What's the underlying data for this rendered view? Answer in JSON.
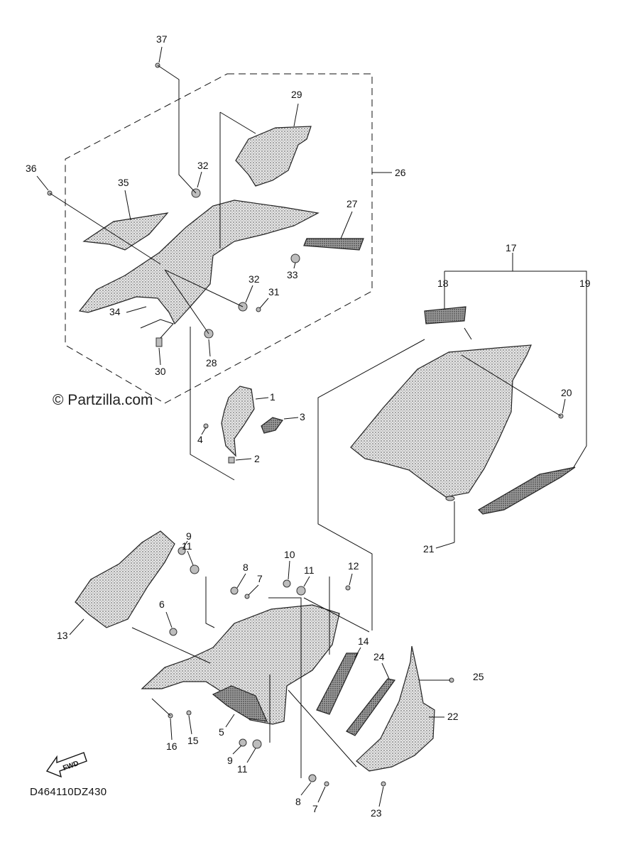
{
  "watermark": "© Partzilla.com",
  "diagram_code": "D464110DZ430",
  "fwd_label": "FWD",
  "callouts": {
    "c1": "1",
    "c2": "2",
    "c3": "3",
    "c4": "4",
    "c5": "5",
    "c6": "6",
    "c7a": "7",
    "c7b": "7",
    "c8a": "8",
    "c8b": "8",
    "c9a": "9",
    "c9b": "9",
    "c10": "10",
    "c11a": "11",
    "c11b": "11",
    "c11c": "11",
    "c12": "12",
    "c13": "13",
    "c14": "14",
    "c15": "15",
    "c16": "16",
    "c17": "17",
    "c18": "18",
    "c19": "19",
    "c20": "20",
    "c21": "21",
    "c22": "22",
    "c23": "23",
    "c24": "24",
    "c25": "25",
    "c26": "26",
    "c27": "27",
    "c28": "28",
    "c29": "29",
    "c30": "30",
    "c31": "31",
    "c32a": "32",
    "c32b": "32",
    "c33": "33",
    "c34": "34",
    "c35": "35",
    "c36": "36",
    "c37": "37"
  }
}
